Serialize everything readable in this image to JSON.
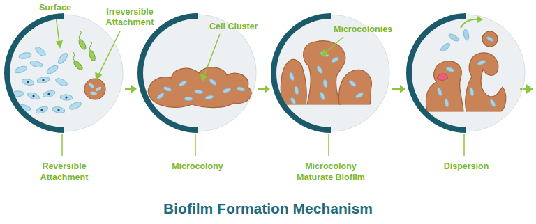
{
  "diagram": {
    "title": "Biofilm Formation Mechanism",
    "nodes": [
      {
        "text": [
          "Reversible Attachment"
        ]
      },
      {
        "text": [
          "Microcolony"
        ]
      },
      {
        "text": [
          "Microcolony Maturate Biofilm"
        ]
      },
      {
        "text": [
          "Dispersion"
        ]
      }
    ],
    "edges": [
      {
        "from": 0,
        "to": 1,
        "arrow": "to"
      },
      {
        "from": 1,
        "to": 2,
        "arrow": "to"
      },
      {
        "from": 2,
        "to": 3,
        "arrow": "to"
      }
    ],
    "labels": [
      "Surface",
      "Irreversible Attachment",
      "Cell Cluster",
      "Microcolonies"
    ]
  }
}
